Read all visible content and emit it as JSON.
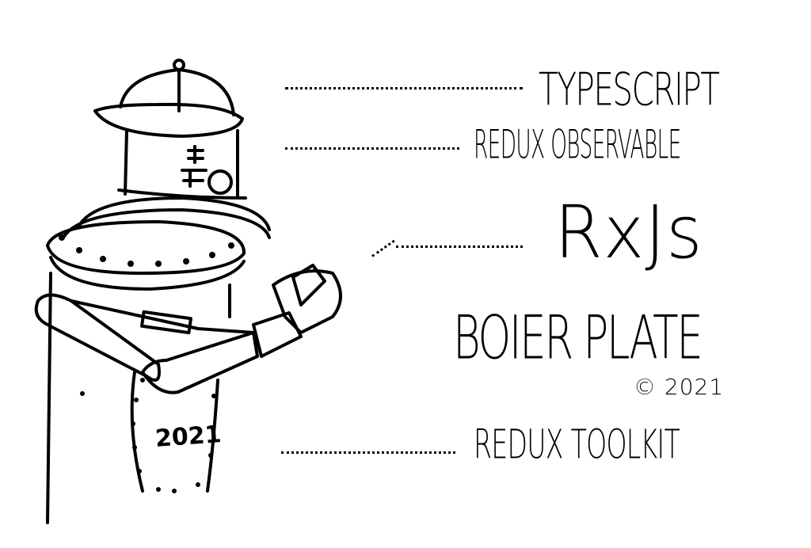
{
  "labels": {
    "typescript": "TYPESCRIPT",
    "redux_observable": "REDUX OBSERVABLE",
    "rxjs": "RxJs",
    "boilerplate": "BOIER PLATE",
    "copyright": "© 2021",
    "redux_toolkit": "REDUX TOOLKIT"
  },
  "robot": {
    "body_year": "2021"
  }
}
